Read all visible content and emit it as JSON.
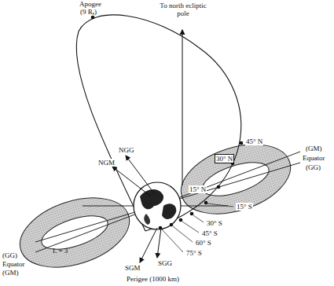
{
  "diagram": {
    "labels": [
      "Apogee",
      "(9 Rₑ)",
      "To north ecliptic pole",
      "45° N",
      "30° N",
      "15° N",
      "15° S",
      "30° S",
      "45° S",
      "60° S",
      "75° S",
      "NGG",
      "NGM",
      "SGM",
      "SGG",
      "(GM)",
      "Equator",
      "(GG)",
      "(GG)",
      "Equator",
      "(GM)",
      "L = 3",
      "Perigee (1000 km)"
    ]
  }
}
